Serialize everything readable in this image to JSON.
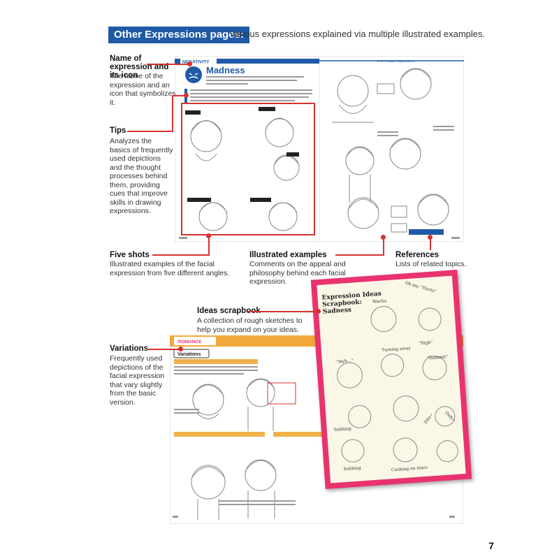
{
  "header": {
    "badge": "Other Expressions pages:",
    "subtitle": "Various expressions explained via multiple illustrated examples."
  },
  "callouts": {
    "name": {
      "title": "Name of expression and its icon",
      "desc": "The name of the expression and an icon that symbolizes it."
    },
    "tips": {
      "title": "Tips",
      "desc": "Analyzes the basics of frequently used depictions and the thought processes behind them, providing cues that improve skills in drawing expressions."
    },
    "five_shots": {
      "title": "Five shots",
      "desc": "Illustrated examples of the facial expression from five different angles."
    },
    "illustrated": {
      "title": "Illustrated examples",
      "desc": "Comments on the appeal and philosophy behind each facial expression."
    },
    "references": {
      "title": "References",
      "desc": "Lists of related topics."
    },
    "ideas": {
      "title": "Ideas scrapbook",
      "desc": "A collection of rough sketches to help you expand on your ideas."
    },
    "variations": {
      "title": "Variations",
      "desc": "Frequently used depictions of the facial expression that vary slightly from the basic version."
    }
  },
  "spread1": {
    "category": "NEGATIVITY",
    "expression": "Madness",
    "chapter": "PART 1 Basic Expressions"
  },
  "spread2": {
    "category": "ROMANCE",
    "section": "Variations"
  },
  "scrapbook": {
    "title": "Expression Ideas Scrapbook: Sadness",
    "labels": [
      "Wacha",
      "Oh my, “Hurts”",
      "“Sigh”",
      "Turning away",
      "“myh...”",
      "“Dammit”",
      "Sobbing",
      "Dilo~",
      "Oofy~",
      "Sobbing",
      "Cooking on tears"
    ]
  },
  "page_number": "7",
  "colors": {
    "accent_blue": "#1f5aa6",
    "accent_red": "#d7312f",
    "romance_orange": "#f2a93b",
    "scrapbook_pink": "#e8336f"
  }
}
